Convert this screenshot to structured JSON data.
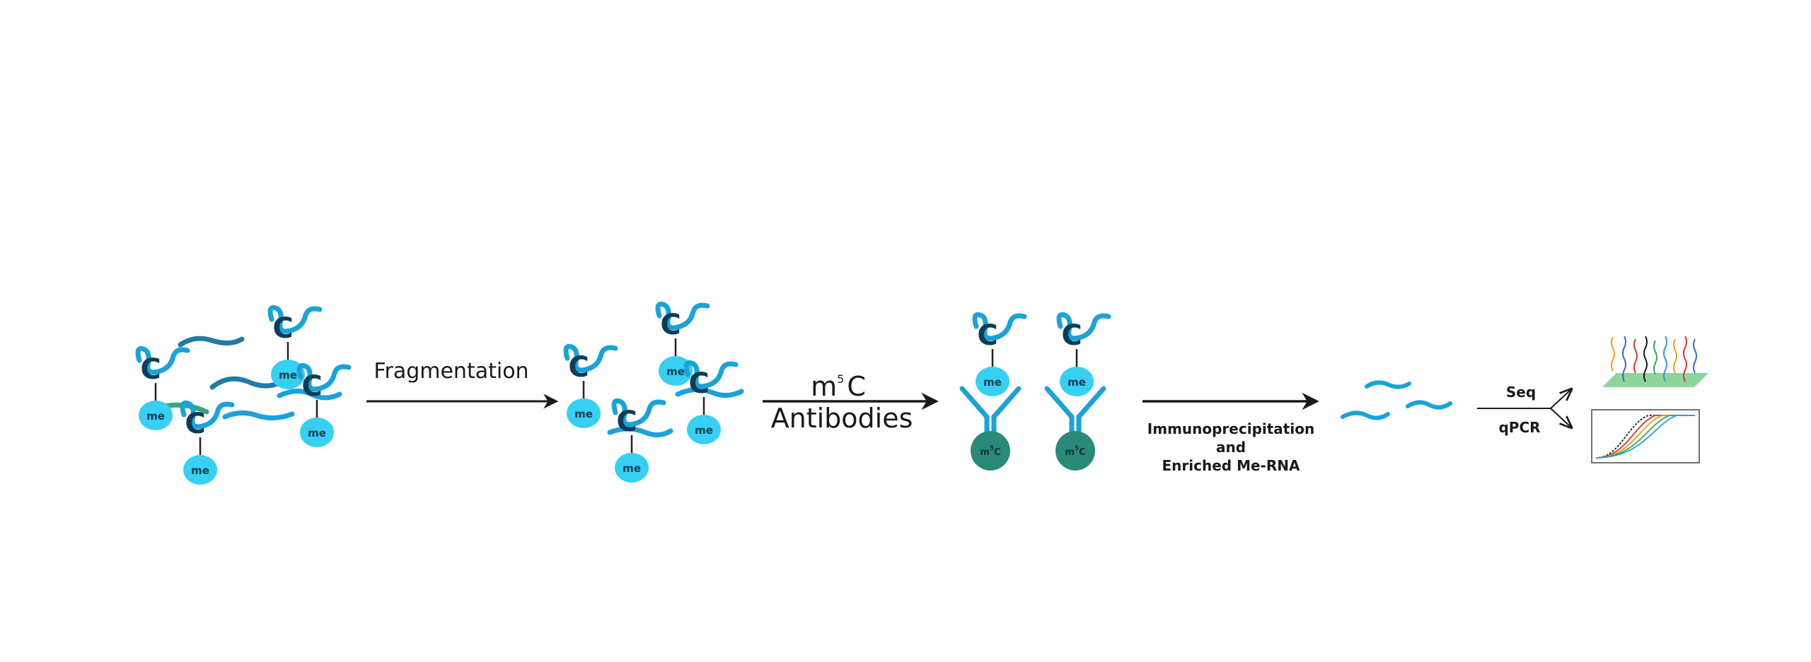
{
  "labels": {
    "fragmentation": "Fragmentation",
    "m5c_m": "m",
    "m5c_sup": "5",
    "m5c_c": "C",
    "antibodies": "Antibodies",
    "ip_line1": "Immunoprecipitation",
    "ip_line2": "and",
    "ip_line3": "Enriched Me-RNA",
    "seq": "Seq",
    "qpcr": "qPCR",
    "me": "me",
    "c_letter": "C",
    "ab_m": "m",
    "ab_sup": "5",
    "ab_c": "C"
  },
  "colors": {
    "rna_strand": "#1aa3d8",
    "rna_dark": "#237aa6",
    "rna_green": "#3aa57a",
    "me_bead": "#37d0f2",
    "c_letter": "#0f3d57",
    "antibody": "#1aa3d8",
    "antibody_bead": "#2a8a7a",
    "arrow": "#1a1a1a",
    "seq_chip": "#8fd49a"
  },
  "icons": [
    "rna-fragment-icon",
    "methyl-bead-icon",
    "antibody-icon",
    "sequencing-chip-icon",
    "qpcr-curve-icon",
    "arrow-icon"
  ]
}
